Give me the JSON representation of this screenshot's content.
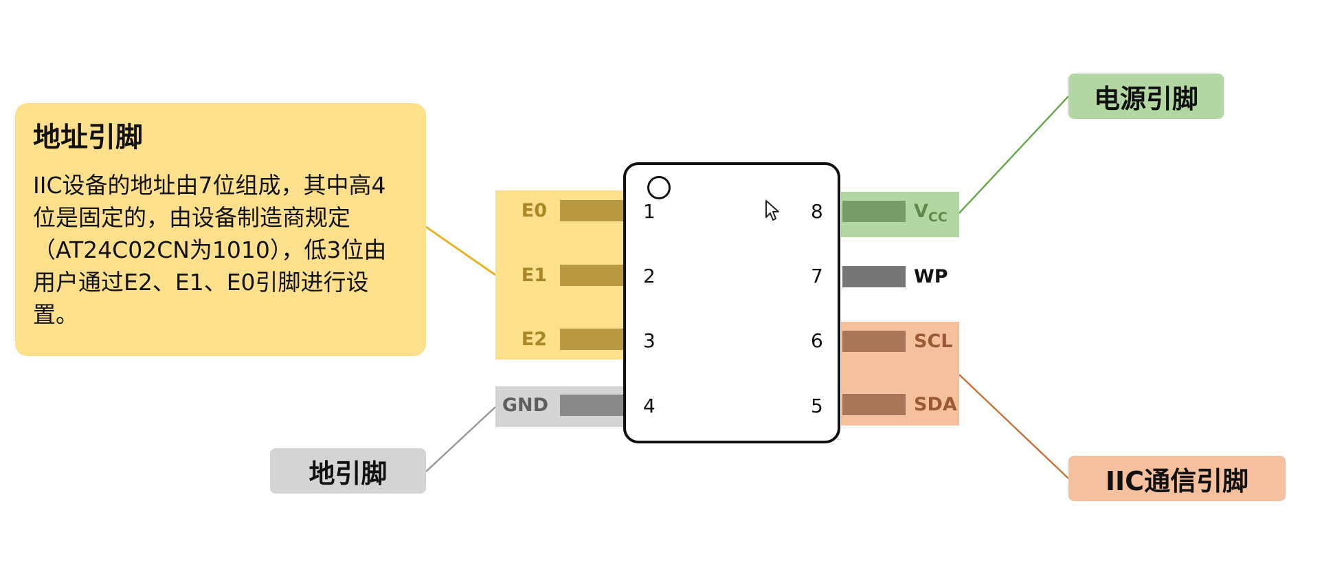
{
  "address_callout": {
    "title": "地址引脚",
    "body": "IIC设备的地址由7位组成，其中高4位是固定的，由设备制造商规定（AT24C02CN为1010），低3位由用户通过E2、E1、E0引脚进行设置。"
  },
  "ground_tag": "地引脚",
  "power_tag": "电源引脚",
  "iic_tag": "IIC通信引脚",
  "pins_left": [
    {
      "name": "E0",
      "number": "1"
    },
    {
      "name": "E1",
      "number": "2"
    },
    {
      "name": "E2",
      "number": "3"
    },
    {
      "name": "GND",
      "number": "4"
    }
  ],
  "pins_right": [
    {
      "name": "V",
      "sub": "CC",
      "number": "8"
    },
    {
      "name": "WP",
      "number": "7"
    },
    {
      "name": "SCL",
      "number": "6"
    },
    {
      "name": "SDA",
      "number": "5"
    }
  ],
  "colors": {
    "address": "#fde08c",
    "address_pin": "#b99a43",
    "ground": "#d4d4d4",
    "power": "#b3d7a3",
    "iic": "#f5c09e",
    "address_line": "#e6b422",
    "power_line": "#6aa84f",
    "iic_line": "#c8743a",
    "ground_line": "#9a9a9a"
  }
}
